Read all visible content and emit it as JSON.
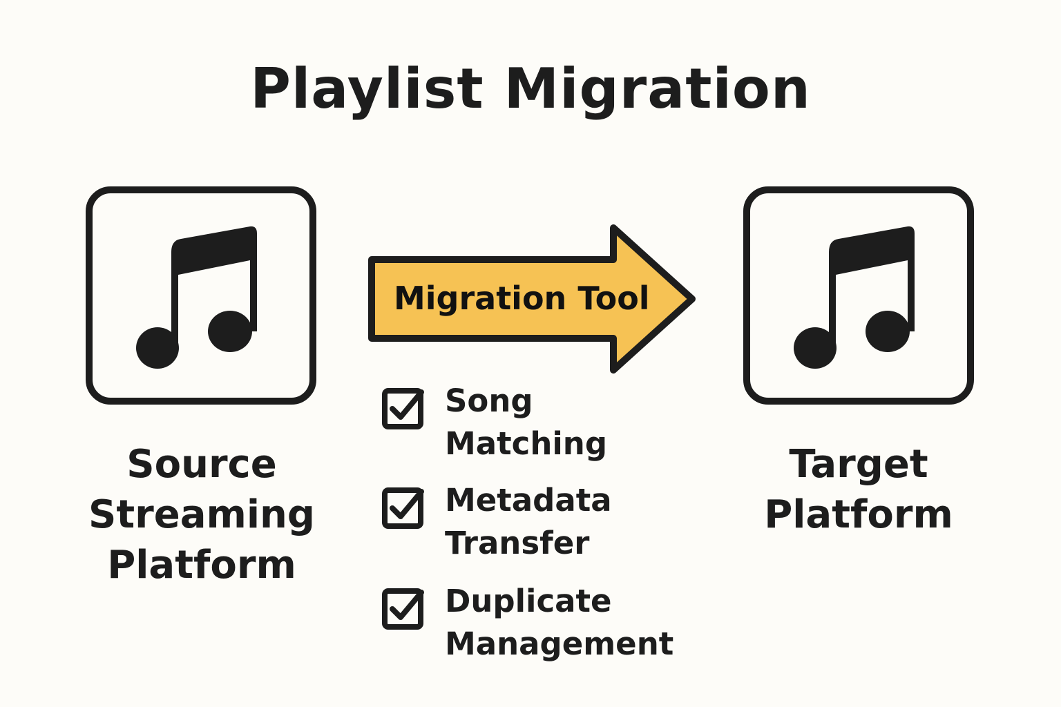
{
  "title": "Playlist Migration",
  "source": {
    "label_lines": [
      "Source",
      "Streaming",
      "Platform"
    ],
    "icon": "music-note-icon"
  },
  "migration": {
    "label": "Migration Tool",
    "color": "#f6c254",
    "features": [
      {
        "lines": [
          "Song",
          "Matching"
        ],
        "checked": true
      },
      {
        "lines": [
          "Metadata",
          "Transfer"
        ],
        "checked": true
      },
      {
        "lines": [
          "Duplicate",
          "Management"
        ],
        "checked": true
      }
    ]
  },
  "target": {
    "label_lines": [
      "Target",
      "Platform"
    ],
    "icon": "music-note-icon"
  },
  "colors": {
    "background": "#fdfcf8",
    "stroke": "#1d1d1d",
    "arrow_fill": "#f6c254"
  }
}
